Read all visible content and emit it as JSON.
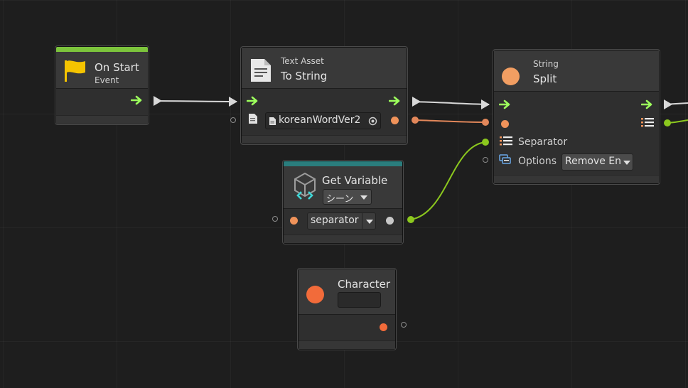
{
  "colors": {
    "flow_arrow": "#9cff5c",
    "event_bar": "#7cc43c",
    "variable_bar": "#2a7d7d",
    "string_port": "#f0935a",
    "list_port": "#8cc81e",
    "character_port": "#f26b3a",
    "event_flag": "#f5c400"
  },
  "nodes": {
    "on_start": {
      "title": "On Start",
      "subtitle": "Event",
      "icon": "flag-icon"
    },
    "text_asset": {
      "subtitle": "Text Asset",
      "title": "To String",
      "icon": "document-icon",
      "asset_value": "koreanWordVer2"
    },
    "split": {
      "subtitle": "String",
      "title": "Split",
      "separator_label": "Separator",
      "options_label": "Options",
      "options_value": "Remove En"
    },
    "get_variable": {
      "title": "Get Variable",
      "scope_value": "シーン",
      "name_value": "separator"
    },
    "character": {
      "title": "Character",
      "value": ""
    }
  }
}
